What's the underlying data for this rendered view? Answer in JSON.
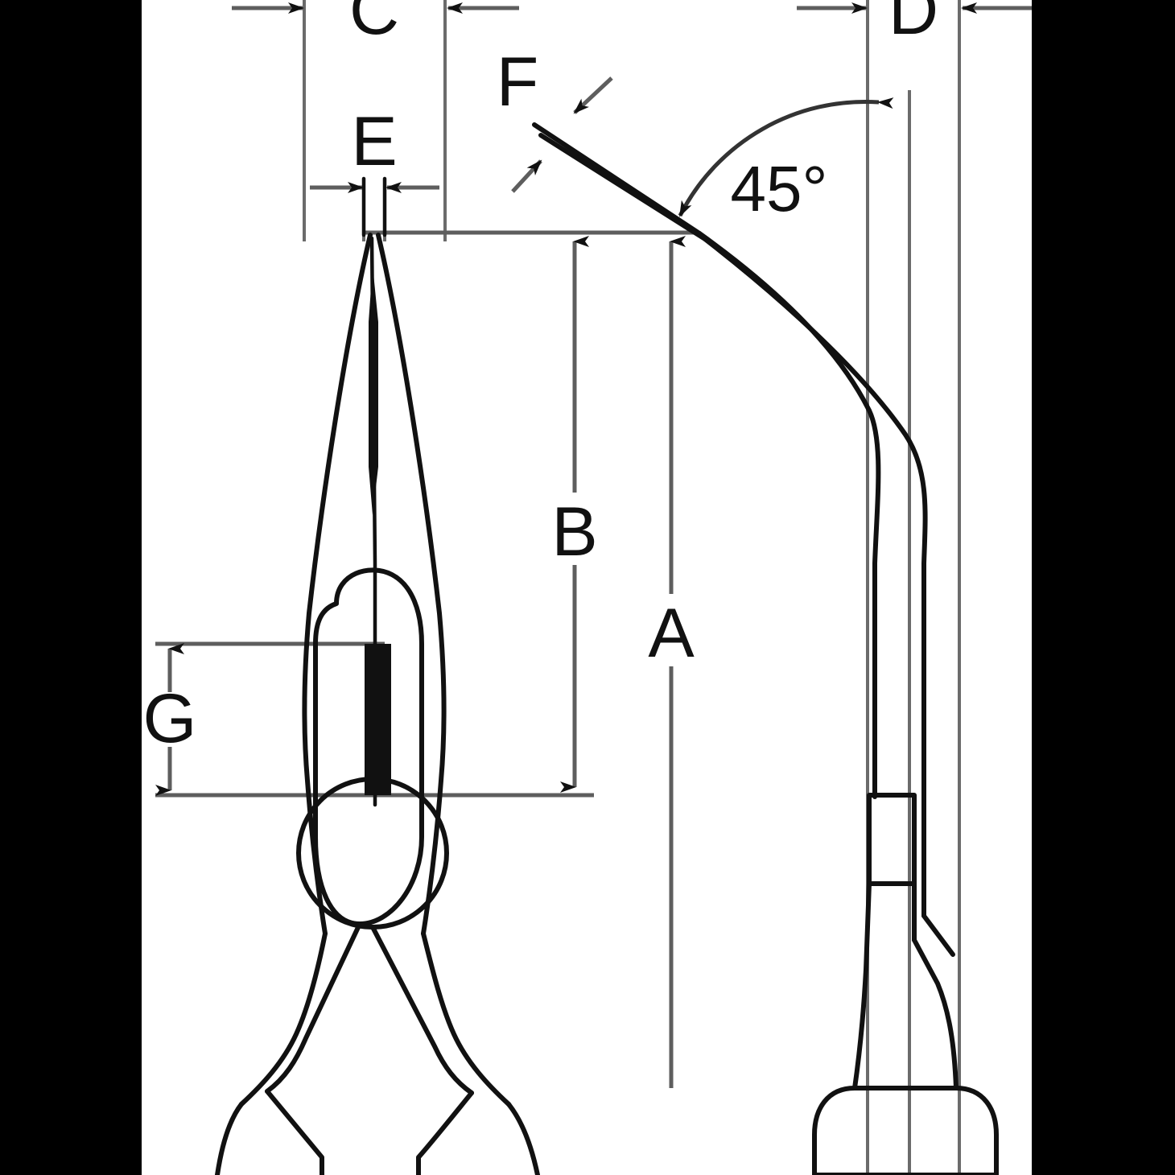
{
  "drawing": {
    "type": "engineering-dimension-drawing",
    "subject": "bent long nose pliers",
    "background_color": "#000000",
    "sheet_color": "#ffffff",
    "line_color": "#111111",
    "dimension_line_color": "#5e5e5e",
    "views": [
      {
        "name": "front-view",
        "position": "left",
        "description": "front elevation of pliers with tapered nose, joint and handles"
      },
      {
        "name": "side-view",
        "position": "right",
        "description": "side elevation of pliers with 45 degree bent nose and grip"
      }
    ],
    "dimension_labels": [
      {
        "id": "A",
        "label": "A",
        "orientation": "vertical",
        "view": "front-view",
        "description": "overall length from nose tip downward"
      },
      {
        "id": "B",
        "label": "B",
        "orientation": "vertical",
        "view": "front-view",
        "description": "nose length from tip to joint"
      },
      {
        "id": "C",
        "label": "C",
        "orientation": "horizontal",
        "view": "front-view",
        "description": "jaw / head width at top"
      },
      {
        "id": "D",
        "label": "D",
        "orientation": "horizontal",
        "view": "side-view",
        "description": "side view body width"
      },
      {
        "id": "E",
        "label": "E",
        "orientation": "horizontal",
        "view": "front-view",
        "description": "nose tip thickness"
      },
      {
        "id": "F",
        "label": "F",
        "orientation": "diagonal",
        "view": "side-view",
        "description": "bent nose tip thickness measured perpendicular to 45 degree axis"
      },
      {
        "id": "G",
        "label": "G",
        "orientation": "vertical",
        "view": "front-view",
        "description": "cutting edge length at joint"
      }
    ],
    "angle_annotation": {
      "label": "45°",
      "value": 45,
      "unit": "degrees",
      "description": "bend angle of nose relative to horizontal reference"
    }
  }
}
